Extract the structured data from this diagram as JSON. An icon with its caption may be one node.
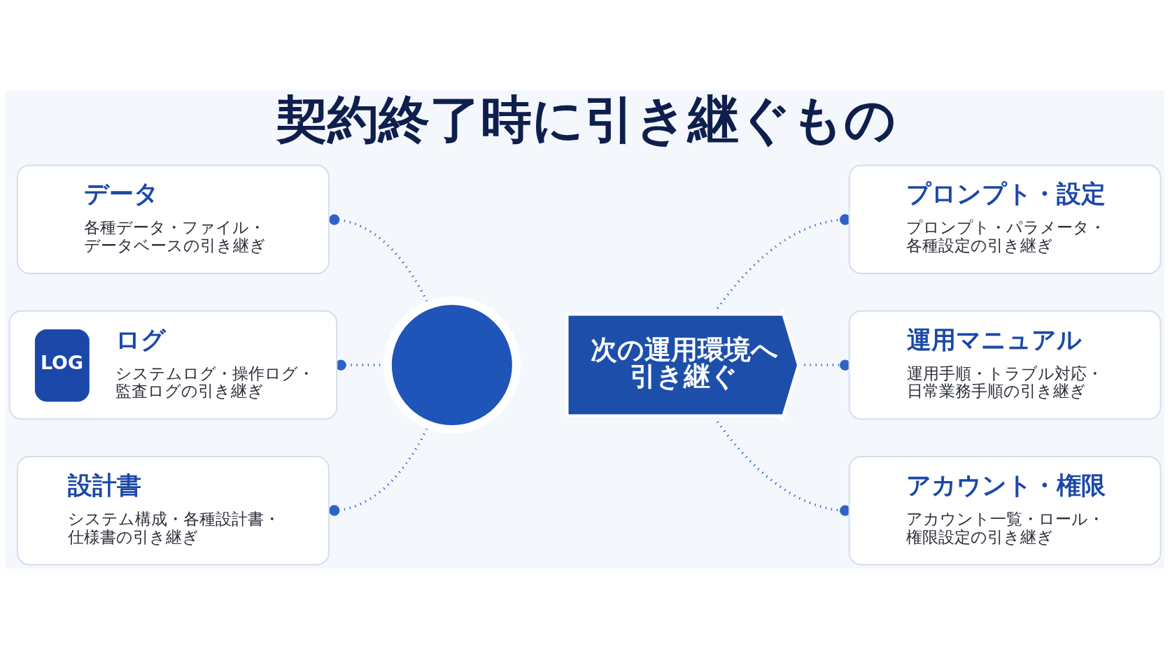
{
  "diagram": {
    "title": "契約終了時に引き継ぐもの",
    "nodes": [
      {
        "text": [
          "データ",
          "各種データ・ファイル・データベースの引き継ぎ"
        ]
      },
      {
        "text": [
          "LOG",
          "ログ",
          "システムログ・操作ログ・監査ログの引き継ぎ"
        ]
      },
      {
        "text": [
          "設計書",
          "システム構成・各種設計書・仕様書の引き継ぎ"
        ]
      },
      {
        "text": [],
        "shape": "circle"
      },
      {
        "text": [
          "次の運用環境へ引き継ぐ"
        ]
      },
      {
        "text": [
          "プロンプト・設定",
          "プロンプト・パラメータ・各種設定の引き継ぎ"
        ]
      },
      {
        "text": [
          "運用マニュアル",
          "運用手順・トラブル対応・日常業務手順の引き継ぎ"
        ]
      },
      {
        "text": [
          "アカウント・権限",
          "アカウント一覧・ロール・権限設定の引き継ぎ"
        ]
      }
    ],
    "edges": [
      {
        "from": 0,
        "to": 3,
        "arrow": "other"
      },
      {
        "from": 1,
        "to": 3,
        "arrow": "other"
      },
      {
        "from": 2,
        "to": 3,
        "arrow": "other"
      },
      {
        "from": 4,
        "to": 5,
        "arrow": "other"
      },
      {
        "from": 4,
        "to": 6,
        "arrow": "other"
      },
      {
        "from": 4,
        "to": 7,
        "arrow": "other"
      }
    ]
  }
}
